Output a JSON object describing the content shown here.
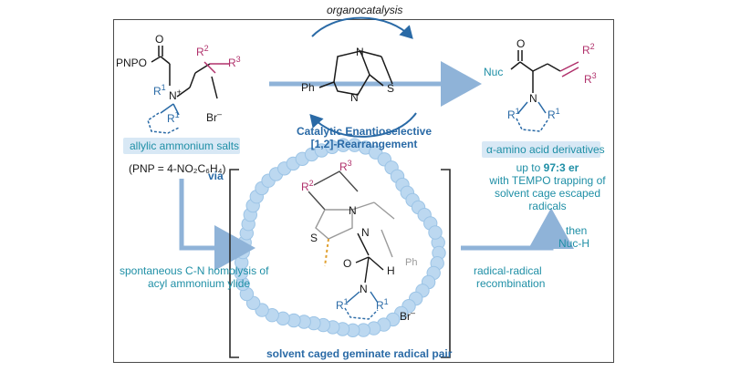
{
  "top_label": "organocatalysis",
  "catalytic": {
    "line1": "Catalytic Enantioselective",
    "line2": "[1,2]-Rearrangement"
  },
  "reactant": {
    "pill": "allylic ammonium salts",
    "pnp_def": "(PNP = 4-NO₂C₆H₄)",
    "pnpo": "PNPO",
    "o": "O",
    "n": "N",
    "r1": "R",
    "r2": "R",
    "r3": "R",
    "br": "Br",
    "sup1": "1",
    "sup2": "2",
    "sup3": "3",
    "plus": "+",
    "minus": "–"
  },
  "catalyst": {
    "ph": "Ph",
    "n1": "N",
    "n2": "N",
    "s": "S"
  },
  "product": {
    "pill": "α-amino acid derivatives",
    "er_prefix": "up to ",
    "er_value": "97:3 er",
    "l2": "with TEMPO trapping of",
    "l3": "solvent cage escaped",
    "l4": "radicals",
    "then": "then",
    "nuch": "Nuc-H",
    "nuc": "Nuc",
    "o": "O",
    "n": "N",
    "r1": "R",
    "r2": "R",
    "r3": "R"
  },
  "via": "via",
  "left_caption": {
    "l1": "spontaneous C-N homolysis of",
    "l2": "acyl ammonium ylide"
  },
  "right_caption": {
    "l1": "radical-radical",
    "l2": "recombination"
  },
  "cage_caption": "solvent caged geminate radical pair",
  "cage": {
    "r2": "R",
    "r3": "R",
    "n1": "N",
    "n2": "N",
    "s": "S",
    "ph": "Ph",
    "o": "O",
    "h": "H",
    "n3": "N",
    "r1": "R",
    "br": "Br"
  },
  "colors": {
    "blue": "#2a6aa6",
    "teal": "#1f8fa6",
    "magenta": "#b0306b",
    "arrow": "#8fb3d8",
    "bead": "#bcd8f0"
  }
}
